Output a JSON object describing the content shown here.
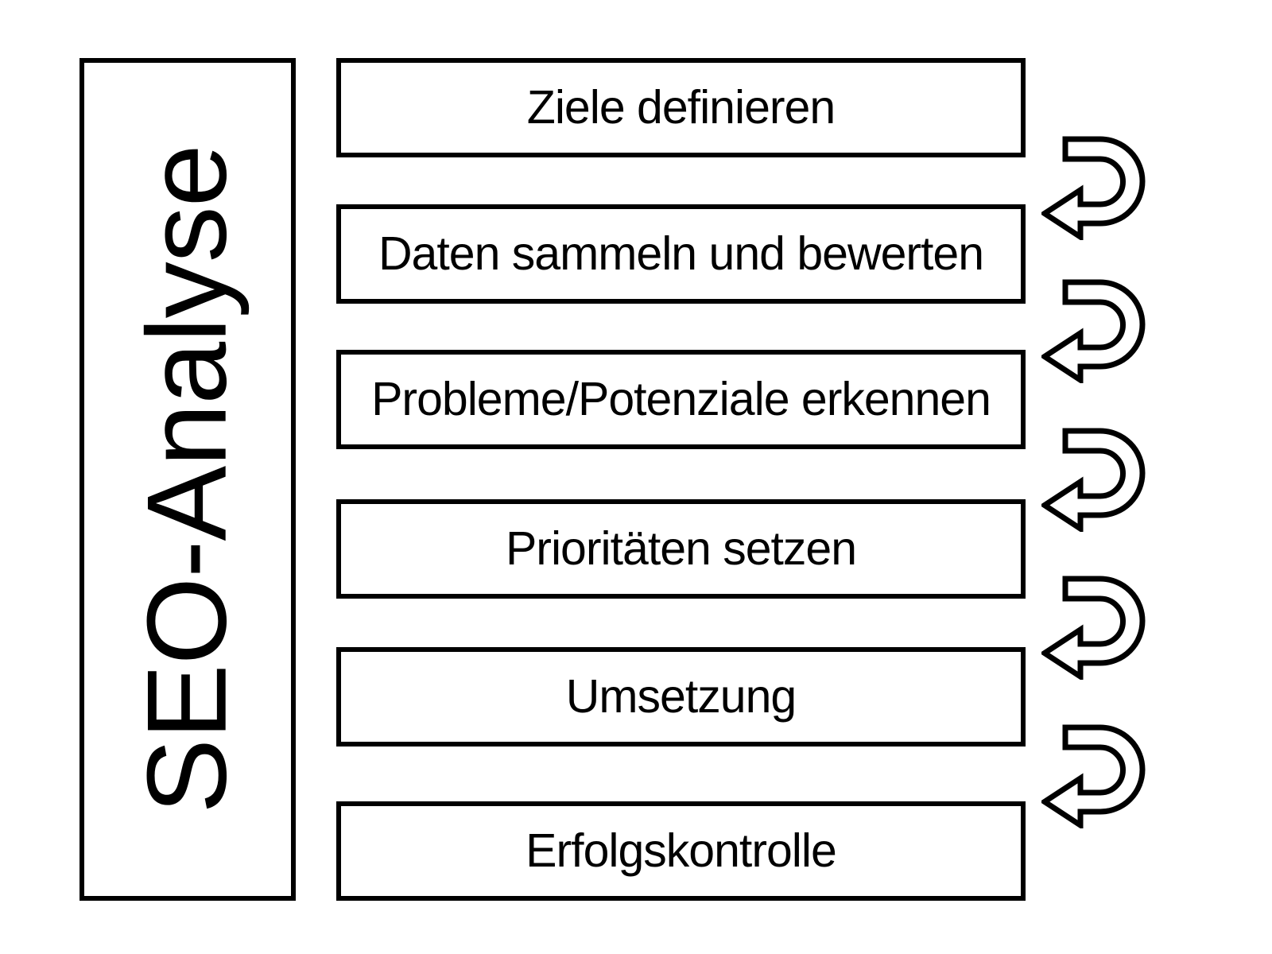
{
  "diagram": {
    "title": "SEO-Analyse",
    "steps": [
      {
        "label": "Ziele definieren"
      },
      {
        "label": "Daten sammeln und bewerten"
      },
      {
        "label": "Probleme/Potenziale erkennen"
      },
      {
        "label": "Prioritäten setzen"
      },
      {
        "label": "Umsetzung"
      },
      {
        "label": "Erfolgskontrolle"
      }
    ],
    "loop_arrow": {
      "icon": "u-turn-left-loop-arrow",
      "count": 5
    },
    "colors": {
      "outline": "#000000",
      "text": "#000000",
      "background": "#ffffff"
    }
  }
}
